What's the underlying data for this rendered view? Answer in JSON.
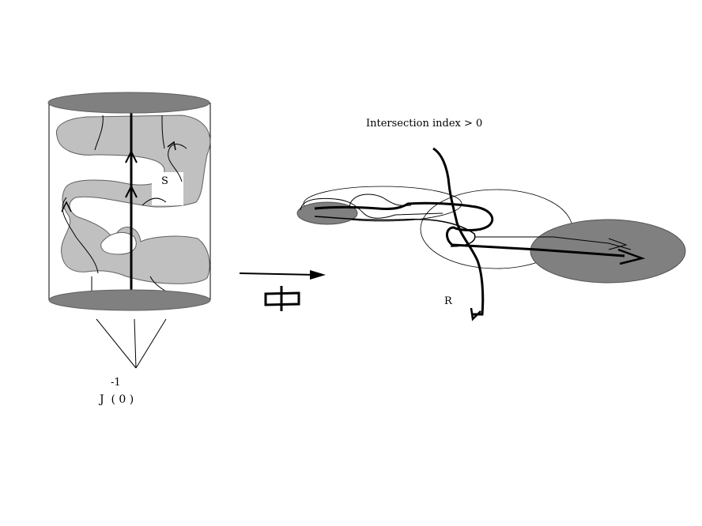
{
  "labels": {
    "s_label": "S",
    "intersection_label": "Intersection index > 0",
    "r_label": "R",
    "preimage_superscript": "-1",
    "preimage_label": "J  ( 0 )"
  },
  "symbols": {
    "map_symbol": "phi-glyph",
    "map_arrow": "right-arrow-icon"
  },
  "colors": {
    "light_gray": "#c0c0c0",
    "dark_gray": "#808080",
    "line": "#000000",
    "background": "#ffffff"
  }
}
